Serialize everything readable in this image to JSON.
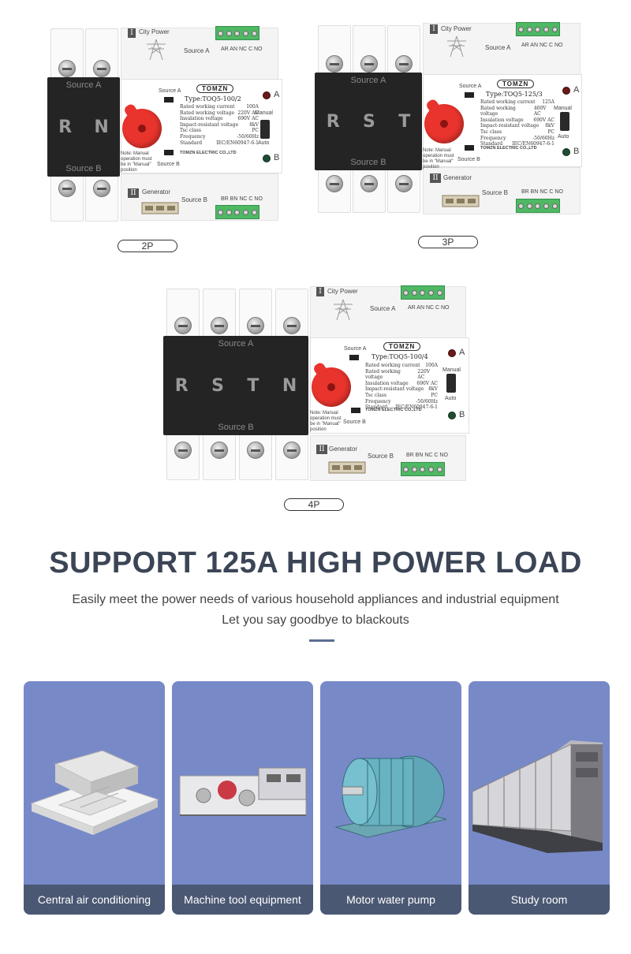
{
  "devices": [
    {
      "size_label": "2P",
      "phases": [
        "R",
        "N"
      ],
      "brand": "TOMZN",
      "type": "Type:TOQ5-100/2",
      "specs": [
        [
          "Rated working current",
          "100A"
        ],
        [
          "Rated working voltage",
          "220V AC"
        ],
        [
          "Insulation voltage",
          "690V AC"
        ],
        [
          "Impact-resistant voltage",
          "8kV"
        ],
        [
          "Tsc class",
          "PC"
        ],
        [
          "Frequency",
          "-50/60Hz"
        ],
        [
          "Standard",
          "IEC/EN60947-6-1"
        ]
      ],
      "maker": "TOMZN ELECTRIC CO.,LTD",
      "note": "Note: Manual operation must be in \"Manual\" position"
    },
    {
      "size_label": "3P",
      "phases": [
        "R",
        "S",
        "T"
      ],
      "brand": "TOMZN",
      "type": "Type:TOQ5-125/3",
      "specs": [
        [
          "Rated working current",
          "125A"
        ],
        [
          "Rated working voltage",
          "400V AC"
        ],
        [
          "Insulation voltage",
          "690V AC"
        ],
        [
          "Impact-resistant voltage",
          "8kV"
        ],
        [
          "Tsc class",
          "PC"
        ],
        [
          "Frequency",
          "-50/60Hz"
        ],
        [
          "Standard",
          "IEC/EN60947-6-1"
        ]
      ],
      "maker": "TOMZN ELECTRIC CO.,LTD",
      "note": "Note: Manual operation must be in \"Manual\" position"
    },
    {
      "size_label": "4P",
      "phases": [
        "R",
        "S",
        "T",
        "N"
      ],
      "brand": "TOMZN",
      "type": "Type:TOQ5-100/4",
      "specs": [
        [
          "Rated working current",
          "100A"
        ],
        [
          "Rated working voltage",
          "220V AC"
        ],
        [
          "Insulation voltage",
          "690V AC"
        ],
        [
          "Impact-resistant voltage",
          "8kV"
        ],
        [
          "Tsc class",
          "PC"
        ],
        [
          "Frequency",
          "-50/60Hz"
        ],
        [
          "Standard",
          "IEC/EN60947-6-1"
        ]
      ],
      "maker": "TOMZN ELECTRIC CO.,LTD",
      "note": "Note: Manual operation must be in \"Manual\" position"
    }
  ],
  "device_labels": {
    "source_a": "Source A",
    "source_b": "Source B",
    "city_power": "City Power",
    "generator": "Generator",
    "terminals_a": "AR AN NC C NO",
    "terminals_b": "BR BN NC C NO",
    "manual": "Manual",
    "auto": "Auto",
    "led_a": "A",
    "led_b": "B",
    "roman_1": "I",
    "roman_2": "II"
  },
  "headline": "SUPPORT 125A HIGH POWER LOAD",
  "subline_1": "Easily meet the power needs of various household appliances and industrial equipment",
  "subline_2": "Let you say goodbye to blackouts",
  "cards": [
    {
      "caption": "Central air conditioning",
      "icon": "air-conditioner-icon"
    },
    {
      "caption": "Machine tool equipment",
      "icon": "machine-tool-icon"
    },
    {
      "caption": "Motor water pump",
      "icon": "motor-pump-icon"
    },
    {
      "caption": "Study room",
      "icon": "server-rack-icon"
    }
  ],
  "colors": {
    "card_bg": "#7889c8",
    "caption_bg": "#4b5873",
    "headline": "#3b4556",
    "knob": "#e8342d",
    "terminal": "#4fb864"
  }
}
